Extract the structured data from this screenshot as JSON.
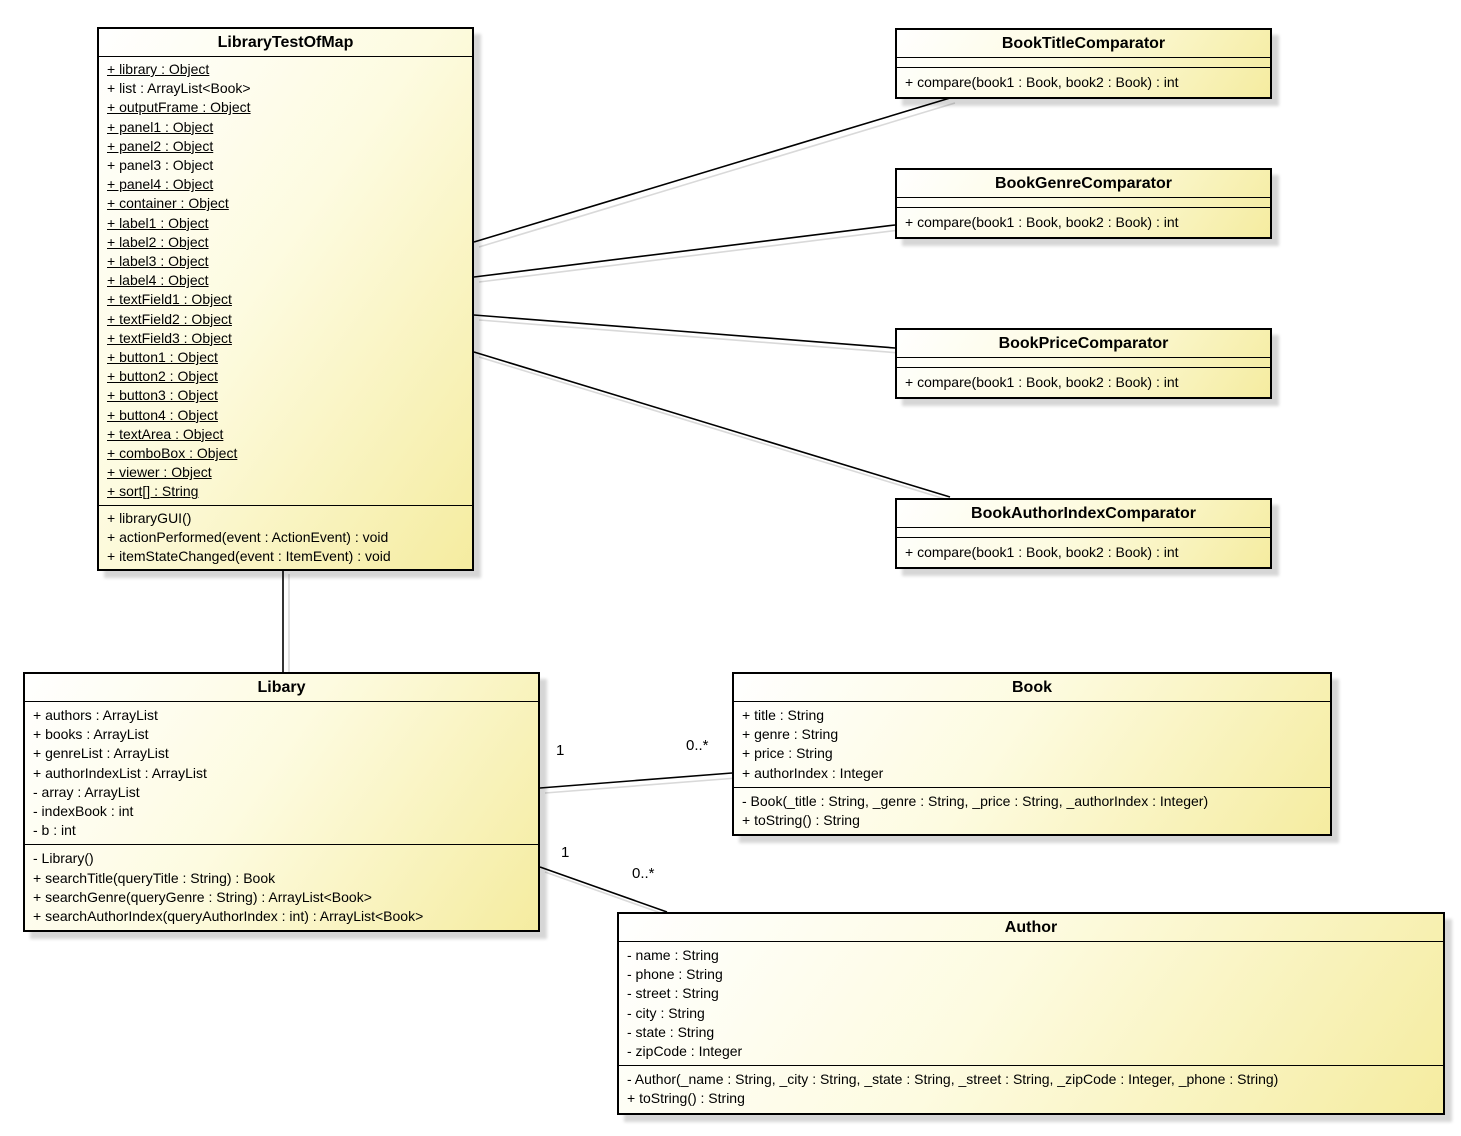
{
  "diagram_type": "uml-class-diagram",
  "colors": {
    "background": "#ffffff",
    "box_fill_top_left": "#ffffff",
    "box_fill_bottom_right": "#f5eca0",
    "box_border": "#000000",
    "line": "#000000",
    "shadow": "#d9d9d9"
  },
  "classes": [
    {
      "name": "LibraryTestOfMap",
      "attributes": [
        {
          "text": "+ library : Object",
          "static": true
        },
        {
          "text": "+ list : ArrayList<Book>",
          "static": false
        },
        {
          "text": "+ outputFrame : Object",
          "static": true
        },
        {
          "text": "+ panel1 : Object",
          "static": true
        },
        {
          "text": "+ panel2 : Object",
          "static": true
        },
        {
          "text": "+ panel3 : Object",
          "static": false
        },
        {
          "text": "+ panel4 : Object",
          "static": true
        },
        {
          "text": "+ container : Object",
          "static": true
        },
        {
          "text": "+ label1 : Object",
          "static": true
        },
        {
          "text": "+ label2 : Object",
          "static": true
        },
        {
          "text": "+ label3 : Object",
          "static": true
        },
        {
          "text": "+ label4 : Object",
          "static": true
        },
        {
          "text": "+ textField1 : Object",
          "static": true
        },
        {
          "text": "+ textField2 : Object",
          "static": true
        },
        {
          "text": "+ textField3 : Object",
          "static": true
        },
        {
          "text": "+ button1 : Object",
          "static": true
        },
        {
          "text": "+ button2 : Object",
          "static": true
        },
        {
          "text": "+ button3 : Object",
          "static": true
        },
        {
          "text": "+ button4 : Object",
          "static": true
        },
        {
          "text": "+ textArea : Object",
          "static": true
        },
        {
          "text": "+ comboBox : Object",
          "static": true
        },
        {
          "text": "+ viewer : Object",
          "static": true
        },
        {
          "text": "+ sort[] : String",
          "static": true
        }
      ],
      "methods": [
        {
          "text": "+ libraryGUI()"
        },
        {
          "text": "+ actionPerformed(event : ActionEvent) : void"
        },
        {
          "text": "+ itemStateChanged(event : ItemEvent) : void"
        }
      ]
    },
    {
      "name": "BookTitleComparator",
      "attributes": [],
      "methods": [
        {
          "text": "+ compare(book1 : Book, book2 : Book) : int"
        }
      ]
    },
    {
      "name": "BookGenreComparator",
      "attributes": [],
      "methods": [
        {
          "text": "+ compare(book1 : Book, book2 : Book) : int"
        }
      ]
    },
    {
      "name": "BookPriceComparator",
      "attributes": [],
      "methods": [
        {
          "text": "+ compare(book1 : Book, book2 : Book) : int"
        }
      ]
    },
    {
      "name": "BookAuthorIndexComparator",
      "attributes": [],
      "methods": [
        {
          "text": "+ compare(book1 : Book, book2 : Book) : int"
        }
      ]
    },
    {
      "name": "Libary",
      "attributes": [
        {
          "text": "+ authors : ArrayList",
          "static": false
        },
        {
          "text": "+ books : ArrayList",
          "static": false
        },
        {
          "text": "+ genreList : ArrayList",
          "static": false
        },
        {
          "text": "+ authorIndexList : ArrayList",
          "static": false
        },
        {
          "text": "- array : ArrayList",
          "static": false
        },
        {
          "text": "- indexBook : int",
          "static": false
        },
        {
          "text": "- b : int",
          "static": false
        }
      ],
      "methods": [
        {
          "text": "- Library()"
        },
        {
          "text": "+ searchTitle(queryTitle : String) : Book"
        },
        {
          "text": "+ searchGenre(queryGenre : String) : ArrayList<Book>"
        },
        {
          "text": "+ searchAuthorIndex(queryAuthorIndex : int) : ArrayList<Book>"
        }
      ]
    },
    {
      "name": "Book",
      "attributes": [
        {
          "text": "+ title : String",
          "static": false
        },
        {
          "text": "+ genre : String",
          "static": false
        },
        {
          "text": "+ price : String",
          "static": false
        },
        {
          "text": "+ authorIndex : Integer",
          "static": false
        }
      ],
      "methods": [
        {
          "text": "- Book(_title : String, _genre : String, _price : String, _authorIndex : Integer)"
        },
        {
          "text": "+ toString() : String"
        }
      ]
    },
    {
      "name": "Author",
      "attributes": [
        {
          "text": "- name : String",
          "static": false
        },
        {
          "text": "- phone : String",
          "static": false
        },
        {
          "text": "- street : String",
          "static": false
        },
        {
          "text": "- city : String",
          "static": false
        },
        {
          "text": "- state : String",
          "static": false
        },
        {
          "text": "- zipCode : Integer",
          "static": false
        }
      ],
      "methods": [
        {
          "text": "- Author(_name : String, _city : String, _state : String, _street : String, _zipCode : Integer, _phone : String)"
        },
        {
          "text": "+ toString() : String"
        }
      ]
    }
  ],
  "associations": [
    {
      "from": "LibraryTestOfMap",
      "to": "BookTitleComparator"
    },
    {
      "from": "LibraryTestOfMap",
      "to": "BookGenreComparator"
    },
    {
      "from": "LibraryTestOfMap",
      "to": "BookPriceComparator"
    },
    {
      "from": "LibraryTestOfMap",
      "to": "BookAuthorIndexComparator"
    },
    {
      "from": "LibraryTestOfMap",
      "to": "Libary"
    },
    {
      "from": "Libary",
      "to": "Book",
      "from_multiplicity": "1",
      "to_multiplicity": "0..*"
    },
    {
      "from": "Libary",
      "to": "Author",
      "from_multiplicity": "1",
      "to_multiplicity": "0..*"
    }
  ]
}
